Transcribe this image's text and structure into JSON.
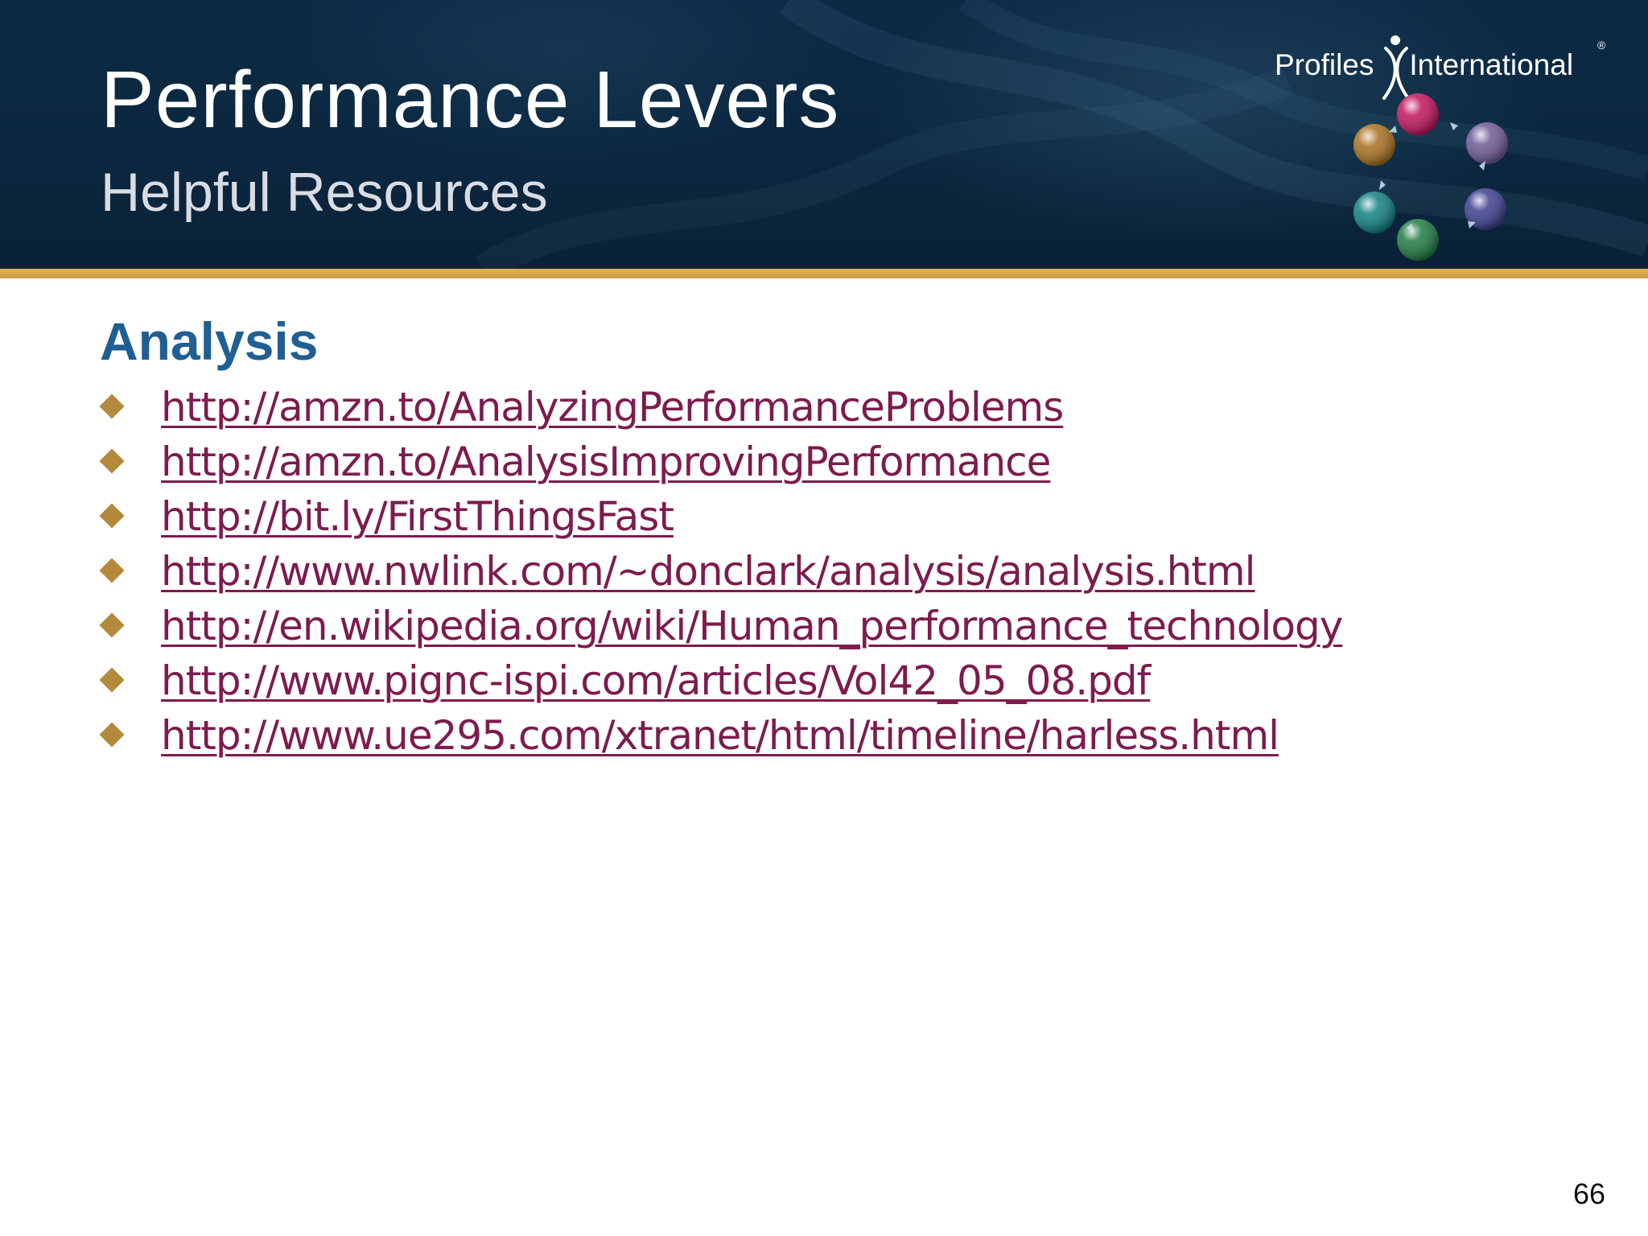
{
  "header": {
    "title": "Performance Levers",
    "subtitle": "Helpful Resources"
  },
  "logo": {
    "word_left": "Profiles",
    "word_right": "International",
    "registered_mark": "®",
    "orb_colors": [
      "#c0135d",
      "#6e5a96",
      "#3d3f91",
      "#1f7a43",
      "#118080",
      "#a8701f"
    ]
  },
  "body": {
    "heading": "Analysis",
    "links": [
      "http://amzn.to/AnalyzingPerformanceProblems",
      "http://amzn.to/AnalysisImprovingPerformance",
      "http://bit.ly/FirstThingsFast",
      "http://www.nwlink.com/~donclark/analysis/analysis.html",
      "http://en.wikipedia.org/wiki/Human_performance_technology",
      "http://www.pignc-ispi.com/articles/Vol42_05_08.pdf",
      "http://www.ue295.com/xtranet/html/timeline/harless.html"
    ]
  },
  "footer": {
    "page_number": "66"
  },
  "colors": {
    "header_bg": "#0b2840",
    "accent_rule": "#d4a64c",
    "heading": "#1f5f93",
    "link": "#7d1b4e",
    "bullet": "#b5893b"
  }
}
